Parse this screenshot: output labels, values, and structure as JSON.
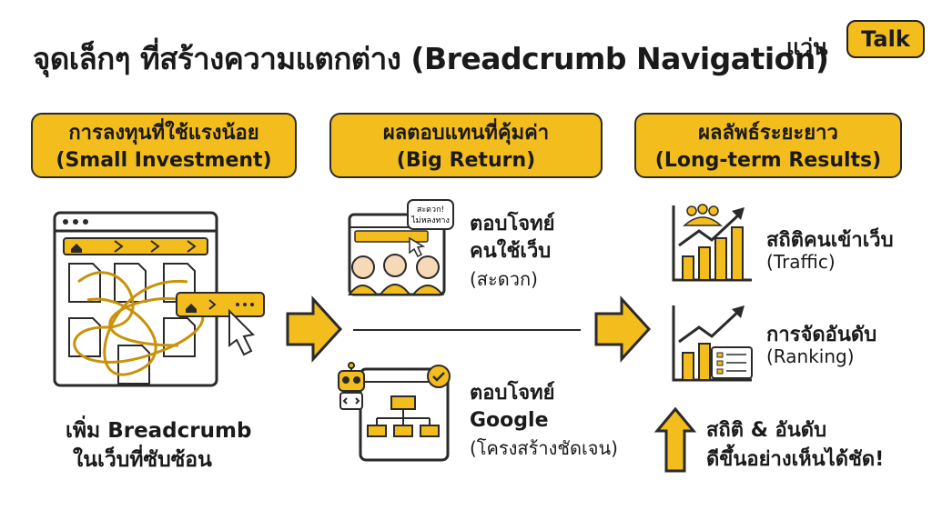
{
  "title": "จุดเล็กๆ ที่สร้างความแตกต่าง (Breadcrumb Navigation)",
  "brand": {
    "word": "แว่น",
    "bubble": "Talk"
  },
  "columns": [
    {
      "heading": "การลงทุนที่ใช้แรงน้อย",
      "subheading": "(Small Investment)"
    },
    {
      "heading": "ผลตอบแทนที่คุ้มค่า",
      "subheading": "(Big Return)"
    },
    {
      "heading": "ผลลัพธ์ระยะยาว",
      "subheading": "(Long-term Results)"
    }
  ],
  "investment": {
    "line1": "เพิ่ม Breadcrumb",
    "line2": "ในเว็บที่ซับซ้อน"
  },
  "return_users": {
    "line1": "ตอบโจทย์",
    "line2": "คนใช้เว็บ",
    "line3": "(สะดวก)",
    "speech": [
      "สะดวก!",
      "ไม่หลงทาง"
    ]
  },
  "return_google": {
    "line1": "ตอบโจทย์",
    "line2": "Google",
    "line3": "(โครงสร้างชัดเจน)"
  },
  "result_traffic": {
    "label": "สถิติคนเข้าเว็บ",
    "sub": "(Traffic)"
  },
  "result_ranking": {
    "label": "การจัดอันดับ",
    "sub": "(Ranking)"
  },
  "summary": {
    "line1": "สถิติ & อันดับ",
    "line2": "ดีขึ้นอย่างเห็นได้ชัด!"
  },
  "colors": {
    "accent": "#f2bd1d",
    "ink": "#2a2a2a"
  }
}
